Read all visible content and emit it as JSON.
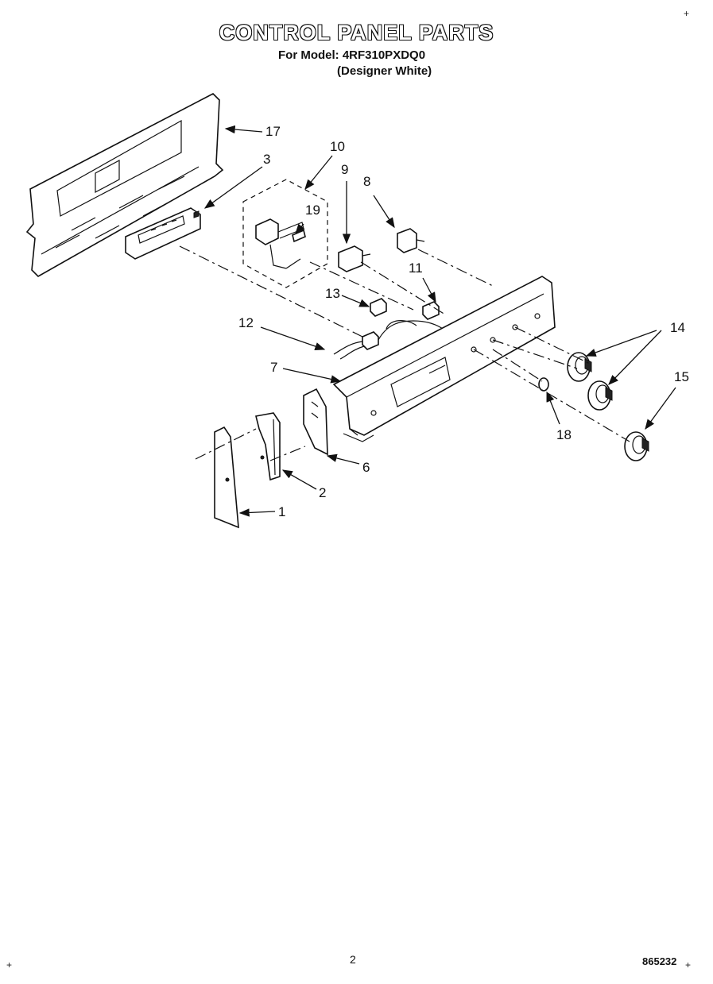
{
  "header": {
    "title": "CONTROL PANEL PARTS",
    "model_line": "For Model: 4RF310PXDQ0",
    "variant_line": "(Designer White)"
  },
  "callouts": {
    "c1": "1",
    "c2": "2",
    "c3": "3",
    "c6": "6",
    "c7": "7",
    "c8": "8",
    "c9": "9",
    "c10": "10",
    "c11": "11",
    "c12": "12",
    "c13": "13",
    "c14": "14",
    "c15": "15",
    "c17": "17",
    "c18": "18",
    "c19": "19"
  },
  "footer": {
    "page_number": "2",
    "doc_code": "865232"
  }
}
